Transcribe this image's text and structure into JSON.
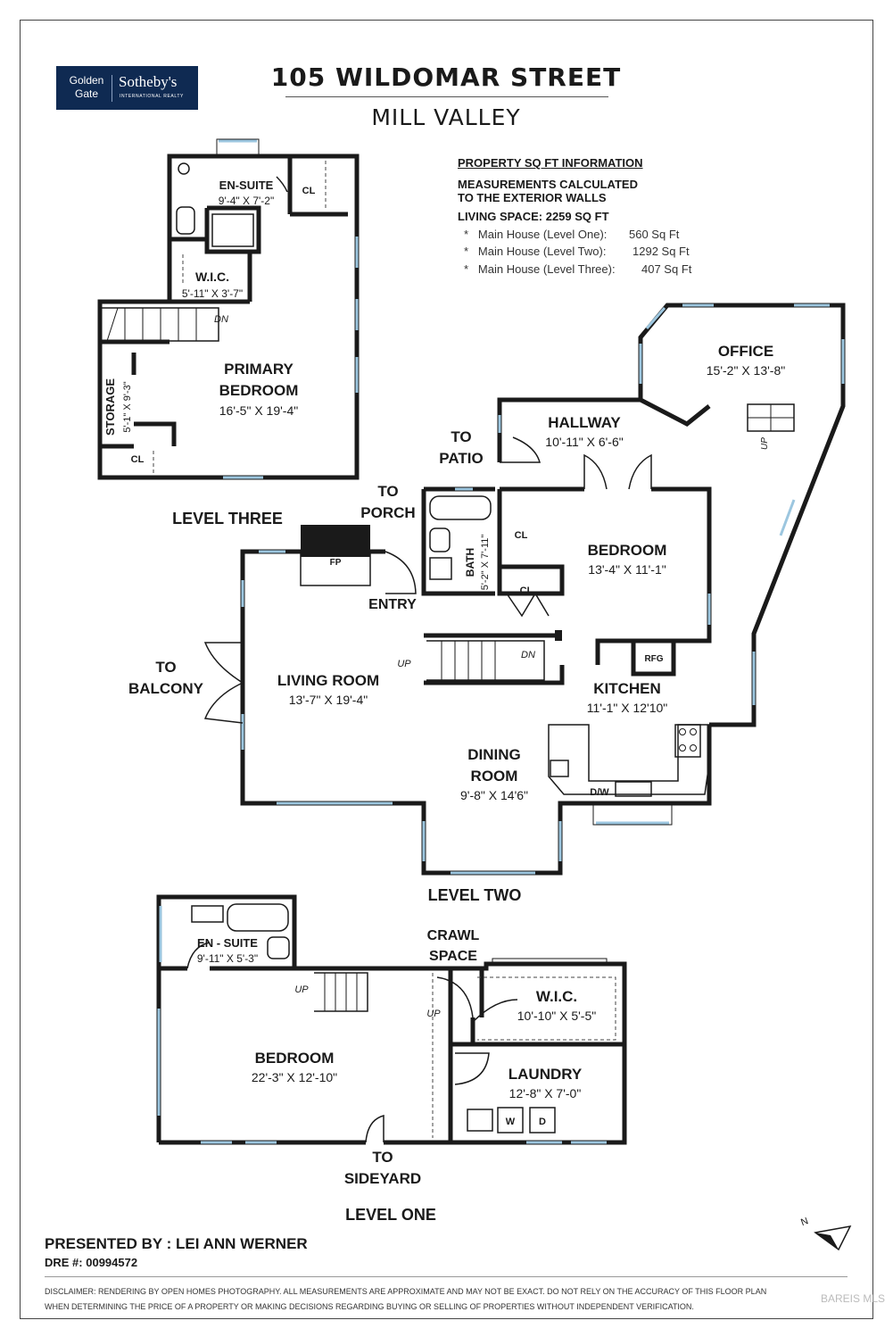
{
  "header": {
    "address": "105 WILDOMAR STREET",
    "city": "MILL VALLEY"
  },
  "logo": {
    "line1": "Golden",
    "line2": "Gate",
    "brand": "Sotheby's",
    "subtitle": "INTERNATIONAL REALTY"
  },
  "sqft": {
    "heading": "PROPERTY SQ FT INFORMATION",
    "note1": "MEASUREMENTS CALCULATED",
    "note2": "TO THE EXTERIOR WALLS",
    "living": "LIVING SPACE: 2259 SQ FT",
    "items": [
      {
        "label": "Main House (Level One):",
        "value": "560 Sq Ft"
      },
      {
        "label": "Main House (Level Two):",
        "value": "1292 Sq Ft"
      },
      {
        "label": "Main House (Level Three):",
        "value": "407 Sq Ft"
      }
    ]
  },
  "levels": {
    "three": "LEVEL THREE",
    "two": "LEVEL TWO",
    "one": "LEVEL ONE"
  },
  "rooms": {
    "ensuite3": {
      "name": "EN-SUITE",
      "dim": "9'-4\" X 7'-2\""
    },
    "wic3": {
      "name": "W.I.C.",
      "dim": "5'-11\" X 3'-7\""
    },
    "primary": {
      "name1": "PRIMARY",
      "name2": "BEDROOM",
      "dim": "16'-5\" X 19'-4\""
    },
    "storage": {
      "name": "STORAGE",
      "dim": "5'-1\" X 9'-3\""
    },
    "office": {
      "name": "OFFICE",
      "dim": "15'-2\" X 13'-8\""
    },
    "hallway": {
      "name": "HALLWAY",
      "dim": "10'-11\" X 6'-6\""
    },
    "bath": {
      "name": "BATH",
      "dim": "5'-2\" X 7'-11\""
    },
    "bedroom2": {
      "name": "BEDROOM",
      "dim": "13'-4\" X 11'-1\""
    },
    "living": {
      "name": "LIVING ROOM",
      "dim": "13'-7\" X 19'-4\""
    },
    "kitchen": {
      "name": "KITCHEN",
      "dim": "11'-1\" X 12'10\""
    },
    "dining": {
      "name1": "DINING",
      "name2": "ROOM",
      "dim": "9'-8\" X 14'6\""
    },
    "ensuite1": {
      "name": "EN - SUITE",
      "dim": "9'-11\" X 5'-3\""
    },
    "crawl": {
      "name1": "CRAWL",
      "name2": "SPACE"
    },
    "wic1": {
      "name": "W.I.C.",
      "dim": "10'-10\" X 5'-5\""
    },
    "bedroom1": {
      "name": "BEDROOM",
      "dim": "22'-3\" X 12'-10\""
    },
    "laundry": {
      "name": "LAUNDRY",
      "dim": "12'-8\" X 7'-0\""
    }
  },
  "exits": {
    "patio": [
      "TO",
      "PATIO"
    ],
    "porch": [
      "TO",
      "PORCH"
    ],
    "balcony": [
      "TO",
      "BALCONY"
    ],
    "sideyard": [
      "TO",
      "SIDEYARD"
    ],
    "entry": "ENTRY"
  },
  "fixtures": {
    "cl": "CL",
    "dn": "DN",
    "up": "UP",
    "fp": "FP",
    "rfg": "RFG",
    "dw": "D/W",
    "washer": "W",
    "dryer": "D"
  },
  "compass": {
    "label": "N"
  },
  "footer": {
    "presenter": "PRESENTED BY : LEI ANN WERNER",
    "dre": "DRE #: 00994572",
    "disclaimer1": "DISCLAIMER: RENDERING BY OPEN HOMES PHOTOGRAPHY. ALL MEASUREMENTS ARE APPROXIMATE AND MAY NOT BE EXACT. DO NOT RELY ON THE ACCURACY OF THIS FLOOR PLAN",
    "disclaimer2": "WHEN DETERMINING THE PRICE OF A PROPERTY OR MAKING DECISIONS REGARDING BUYING OR SELLING OF PROPERTIES WITHOUT INDEPENDENT VERIFICATION.",
    "watermark": "BAREIS MLS"
  },
  "colors": {
    "wall": "#1a1a1a",
    "window": "#9cc6df",
    "logo_bg": "#0f2a52"
  }
}
